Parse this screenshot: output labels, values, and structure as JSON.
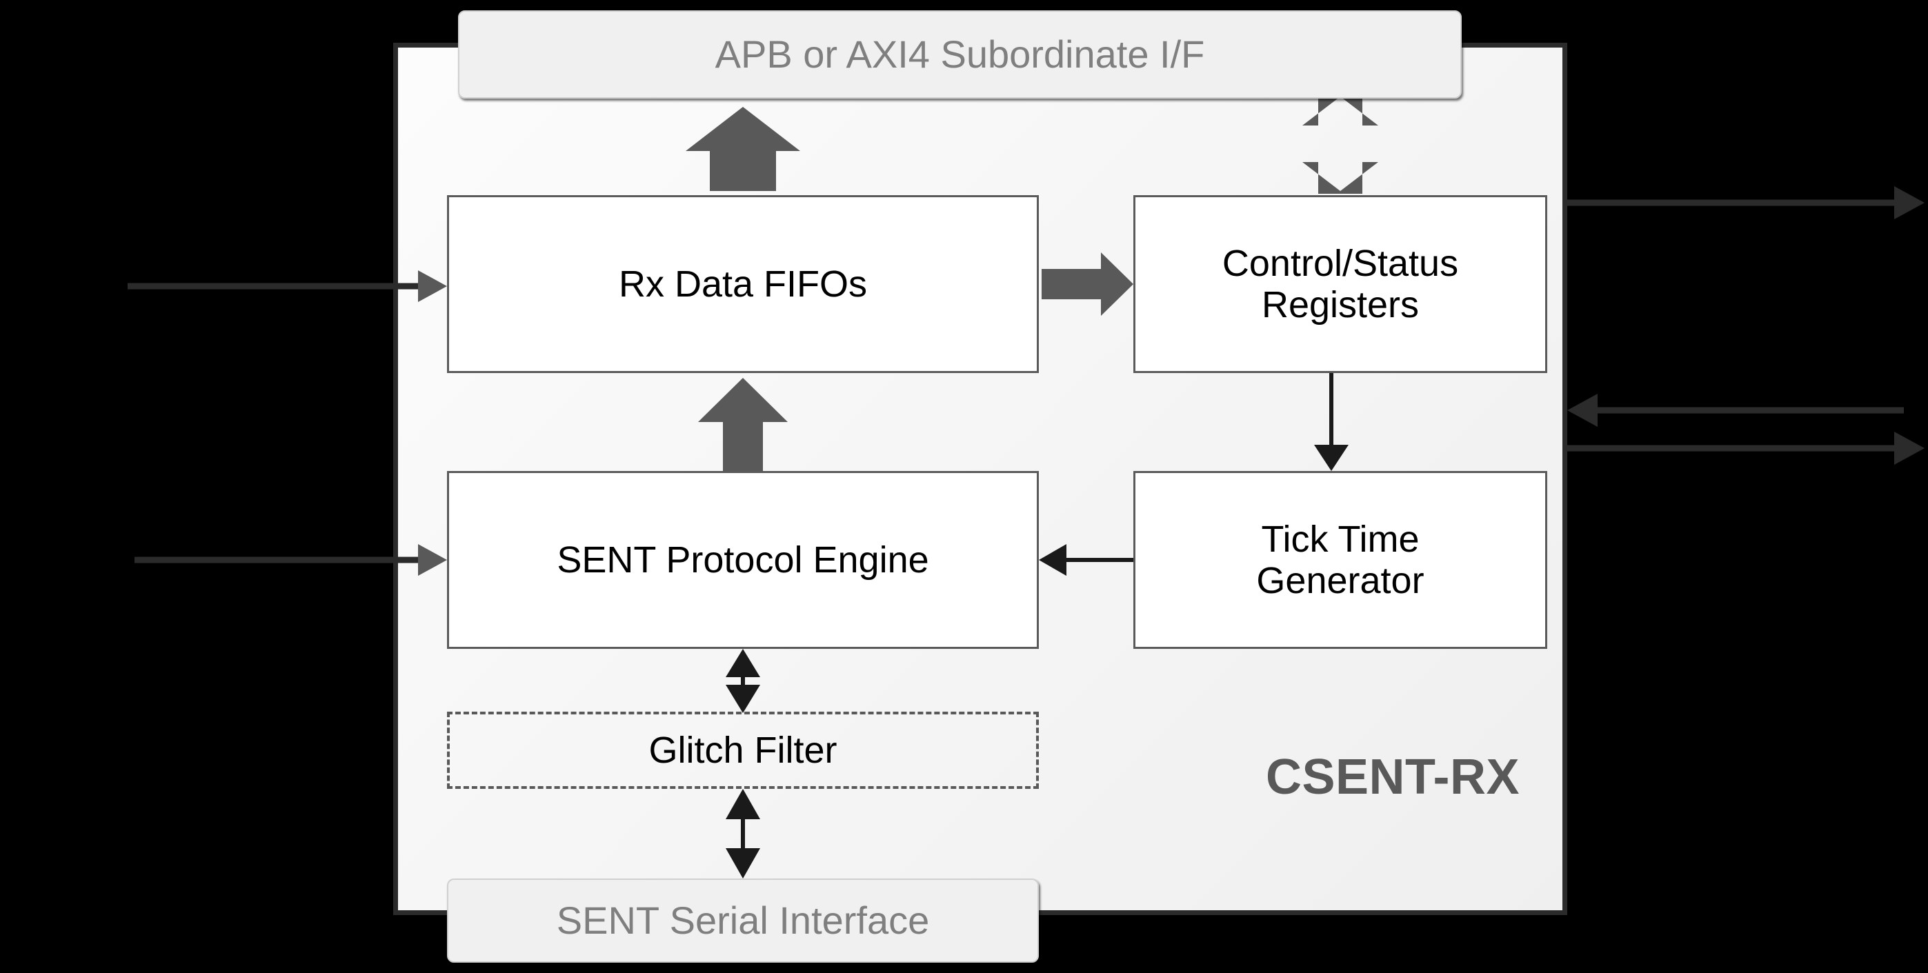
{
  "diagram": {
    "title": "CSENT-RX block diagram",
    "chip_label": "CSENT-RX",
    "colors": {
      "background": "#000000",
      "chip_fill": "#f4f4f4",
      "chip_border": "#2b2b2b",
      "block_border": "#5a5a5a",
      "block_fill": "#ffffff",
      "fat_arrow": "#595959",
      "thin_arrow": "#1a1a1a",
      "interface_fill": "#f0f0f0",
      "interface_text": "#7f7f7f",
      "chip_label_text": "#595959"
    },
    "blocks": [
      {
        "id": "apb-iface",
        "label": "APB or AXI4 Subordinate I/F",
        "style": "interface",
        "border": "solid"
      },
      {
        "id": "rx-fifos",
        "label": "Rx Data FIFOs",
        "style": "white",
        "border": "solid"
      },
      {
        "id": "ctrl-status",
        "label": "Control/Status\nRegisters",
        "style": "white",
        "border": "solid"
      },
      {
        "id": "sent-engine",
        "label": "SENT Protocol Engine",
        "style": "white",
        "border": "solid"
      },
      {
        "id": "tick-gen",
        "label": "Tick Time\nGenerator",
        "style": "white",
        "border": "solid"
      },
      {
        "id": "glitch-filter",
        "label": "Glitch Filter",
        "style": "dashed",
        "border": "dashed"
      },
      {
        "id": "sent-serial",
        "label": "SENT Serial Interface",
        "style": "interface",
        "border": "solid"
      }
    ],
    "block_labels": {
      "apb_iface": "APB or AXI4 Subordinate I/F",
      "rx_fifos": "Rx Data FIFOs",
      "ctrl_status_line1": "Control/Status",
      "ctrl_status_line2": "Registers",
      "sent_engine": "SENT Protocol Engine",
      "tick_gen_line1": "Tick Time",
      "tick_gen_line2": "Generator",
      "glitch_filter": "Glitch Filter",
      "sent_serial": "SENT Serial Interface"
    },
    "connectors": [
      {
        "id": "fifos-to-apb",
        "from": "rx-fifos",
        "to": "apb-iface",
        "kind": "fat-block-arrow",
        "direction": "up"
      },
      {
        "id": "csr-to-apb",
        "from": "ctrl-status",
        "to": "apb-iface",
        "kind": "fat-block-arrow-double",
        "direction": "up-down"
      },
      {
        "id": "fifos-to-csr",
        "from": "rx-fifos",
        "to": "ctrl-status",
        "kind": "fat-block-arrow",
        "direction": "right"
      },
      {
        "id": "engine-to-fifos",
        "from": "sent-engine",
        "to": "rx-fifos",
        "kind": "fat-block-arrow",
        "direction": "up"
      },
      {
        "id": "csr-to-tick",
        "from": "ctrl-status",
        "to": "tick-gen",
        "kind": "thin-arrow",
        "direction": "down"
      },
      {
        "id": "tick-to-engine",
        "from": "tick-gen",
        "to": "sent-engine",
        "kind": "thin-arrow",
        "direction": "left"
      },
      {
        "id": "engine-glitch",
        "from": "sent-engine",
        "to": "glitch-filter",
        "kind": "thin-arrow-double",
        "direction": "up-down"
      },
      {
        "id": "glitch-serial",
        "from": "glitch-filter",
        "to": "sent-serial",
        "kind": "thin-arrow-double",
        "direction": "up-down"
      },
      {
        "id": "ext-in-fifos",
        "from": "external",
        "to": "rx-fifos",
        "kind": "thin-arrow",
        "direction": "right"
      },
      {
        "id": "ext-in-engine",
        "from": "external",
        "to": "sent-engine",
        "kind": "thin-arrow",
        "direction": "right"
      },
      {
        "id": "ext-out-top-right",
        "from": "chip",
        "to": "external",
        "kind": "thin-arrow",
        "direction": "right"
      },
      {
        "id": "ext-in-mid-right",
        "from": "external",
        "to": "chip",
        "kind": "thin-arrow",
        "direction": "left"
      },
      {
        "id": "ext-out-low-right",
        "from": "chip",
        "to": "external",
        "kind": "thin-arrow",
        "direction": "right"
      }
    ]
  }
}
